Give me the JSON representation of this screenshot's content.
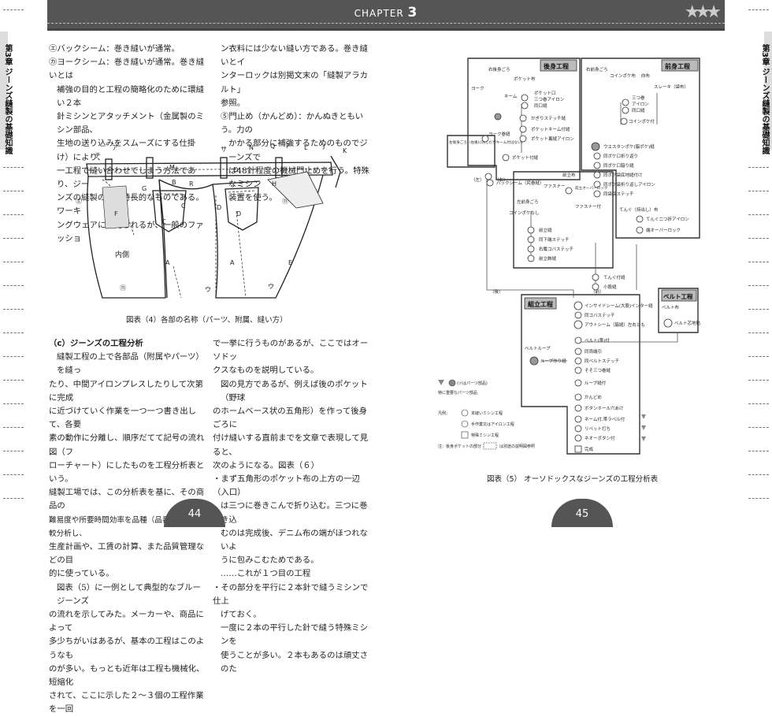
{
  "header": {
    "chapter_label": "CHAPTER",
    "chapter_num": "3"
  },
  "side_tab": "第3章 ジーンズ縫製の基礎知識",
  "left_page": {
    "col1": [
      "㋓バックシーム：巻き縫いが通常。",
      "㋕ヨークシーム：巻き縫いが通常。巻き縫いとは",
      "補強の目的と工程の簡略化のために環縫い２本",
      "針ミシンとアタッチメント（金属製のミシン部品、",
      "生地の送り込みをスムーズにする仕掛け）により、",
      "一工程で縫い合わせてしまう方法であり、ジー",
      "ンズの縫製の最も特長的なものである。ワーキ",
      "ングウェアにも見られるが、一般のファッショ"
    ],
    "col2": [
      "ン衣料には少ない縫い方である。巻き縫いとイ",
      "ンターロックは別掲文末の「縫製アラカルト」",
      "参照。",
      "⑤門止め（かんどめ）：かんぬきともいう。力の",
      "かかる部分に補強するためのものでジーンズで",
      "は48針程度の機械門止めを行う。特殊なミシン",
      "装置を使う。"
    ],
    "figure_caption": "図表（4）各部の名称（パーツ、附属、縫い方）",
    "inner_label": "内側",
    "section_title": "（c）ジーンズの工程分析",
    "col3": [
      "縫製工程の上で各部品（附属やパーツ）を縫っ",
      "たり、中間アイロンプレスしたりして次第に完成",
      "に近づけていく作業を一つ一つ書き出して、各要",
      "素の動作に分離し、順序だてて記号の流れ図（フ",
      "ローチャート）にしたものを工程分析表という。",
      "縫製工場では、この分析表を基に、その商品の",
      "難易度や所要時間効率を品種（品番）毎に比較分析し、",
      "生産計画や、工賃の計算、また品質管理などの目",
      "的に使っている。",
      "図表（5）に一例として典型的なブルージーンズ",
      "の流れを示してみた。メーカーや、商品によって",
      "多少ちがいはあるが、基本の工程はこのようなも",
      "のが多い。もっとも近年は工程も機械化、短縮化",
      "されて、ここに示した２～３個の工程作業を一回"
    ],
    "col4": [
      "で一挙に行うものがあるが、ここではオーソドッ",
      "クスなものを説明している。",
      "図の見方であるが、例えば後のポケット（野球",
      "のホームベース状の五角形）を作って後身ごろに",
      "付け縫いする直前までを文章で表現して見ると、",
      "次のようになる。図表（６）",
      "・まず五角形のポケット布の上方の一辺（入口）",
      "は三つに巻きこんで折り込む。三つに巻き込",
      "むのは完成後、デニム布の端がほつれないよ",
      "うに包みこむためである。",
      "……これが１つ目の工程",
      "・その部分を平行に２本針で縫うミシンで仕上",
      "げておく。",
      "一度に２本の平行した針で縫う特殊ミシンを",
      "使うことが多い。２本もあるのは頑丈さのた"
    ],
    "page_number": "44"
  },
  "right_page": {
    "figure_caption": "図表（5） オーソドックスなジーンズの工程分析表",
    "page_number": "45",
    "sections": {
      "back": "後身工程",
      "front": "前身工程",
      "belt": "ベルト工程",
      "assembly": "組立工程"
    },
    "back_items": [
      "ポケット口",
      "三つ巻アイロン",
      "同口縫",
      "かぎりステッチ縫",
      "ポケットキーム付縫",
      "ポケット裏縫アイロン",
      "ポケット付縫"
    ],
    "back_labels": [
      "右後身ごろ",
      "ポケット布",
      "ヨーク",
      "キーム",
      "ヨーク巻縫",
      "左後身ごろ（右後に同じだがキーム付はない）",
      "（左）",
      "（右）"
    ],
    "front_items": [
      "三つ巻",
      "アイロン",
      "同口縫",
      "コインポケ付",
      "ウエスタンポケ(脇ポケ)縫",
      "同ポケ口折り返り",
      "同ポケ口脇り縫",
      "同ポケ袋底地縫付け",
      "同ポケ袋折り返しアイロン",
      "同袋底ステッチ"
    ],
    "front_labels": [
      "右前身ごろ",
      "コインポケ布",
      "向布",
      "スレーキ（袋布）",
      "てんぐ（持出し）布",
      "てんぐ二つ折アイロン",
      "端オーバーロック"
    ],
    "middle_items": [
      "バックシーム（尻巻縫）",
      "ファスナー",
      "前立布",
      "前立オーバーロック",
      "ファスナー付",
      "前立縫",
      "同下端ステッチ",
      "右履コバステッチ",
      "前立飾縫"
    ],
    "middle_labels": [
      "左前身ごろ",
      "コインポケなし",
      "てんぐ付縫",
      "小股縫",
      "（後）",
      "（前）"
    ],
    "belt_items": [
      "ベルト布",
      "ベルト芯地貼"
    ],
    "assembly_items": [
      "インサイドシーム(大股)インター縫",
      "同コバステッチ",
      "アウトシーム（脇縫）左右とも",
      "ベルト(帯)付",
      "同両端引",
      "同ベルトステッチ",
      "そそ三つ巻縫",
      "ループ縫付",
      "かんどめ",
      "ボタンホール穴あけ",
      "ネーム付,帯ラベル付",
      "リベット打ち",
      "ネオーボタン付",
      "完成"
    ],
    "assembly_labels": [
      "ベルトループ",
      "ループ作り縫"
    ],
    "legend": {
      "line1": "(㋐はパーツ部品)",
      "line2": "特に重要なパーツ部品",
      "line3": "凡例：",
      "line4": "本縫いミシン工程",
      "line5": "手作業又はアイロン工程",
      "line6": "特殊ミシン工程",
      "line7": "注：後身ポケットの部分",
      "line8": "は別途の説明図参照"
    }
  }
}
